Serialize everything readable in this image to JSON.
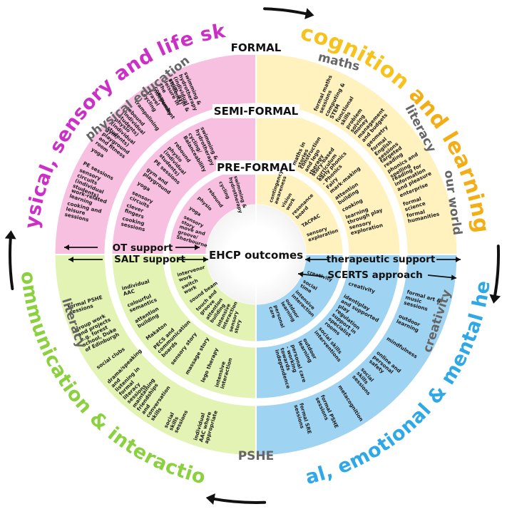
{
  "curriculum_diagram": {
    "center_title": "EHCP outcomes",
    "tiers": [
      "FORMAL",
      "SEMI-FORMAL",
      "PRE-FORMAL"
    ],
    "quadrants": {
      "cognition": {
        "title_part1": "cognition",
        "title_part2": " and learning",
        "color": "#fff2bf",
        "title_color1": "#f6c21b",
        "title_color2": "#f3ad15",
        "subject_labels": [
          "maths",
          "literacy",
          "our world"
        ],
        "formal": [
          "formal maths sessions",
          "computing & STEM",
          "functional skills",
          "problem solving",
          "money management and budgets",
          "geometry",
          "formal English sessions",
          "targeted reading",
          "phonics and spelling",
          "reading for information and pleasure",
          "enterprise",
          "formal science",
          "formal humanities"
        ],
        "semi_formal": [
          "maths in stories",
          "construction and lego therapy",
          "story-based curriculum",
          "early phonics - Phonics Fairy",
          "mark-making",
          "attention building",
          "cooking",
          "learning through play",
          "sensory exploration"
        ],
        "pre_formal": [
          "contingency awareness",
          "vision work",
          "resonance board",
          "TACPAC",
          "sensory exploration"
        ]
      },
      "social": {
        "title": "social, emotional & mental health",
        "color": "#9fd3f2",
        "title_color": "#2ea8e6",
        "subject_labels": [
          "creativity"
        ],
        "formal": [
          "formal art & music sessions",
          "outdoor learning",
          "mindfulness",
          "online and personal safety",
          "social skills sessions",
          "metacognition",
          "formal PSHE sessions",
          "formal SRE sessions"
        ],
        "semi_formal": [
          "creativity",
          "identiplay and supported play",
          "regulation support in specialist rooms",
          "social skills interventions",
          "outdoor learning",
          "personal care - working towards independence"
        ],
        "pre_formal": [
          "creativity",
          "social time",
          "intensive interaction",
          "outdoor learning",
          "personal care"
        ]
      },
      "communication": {
        "title": "communication & interaction",
        "color": "#e3f3b4",
        "title_color": "#8bd13f",
        "subject_labels": [
          "literacy",
          "PSHE"
        ],
        "formal": [
          "individual AAC where appropriate",
          "social skills sessions",
          "maintaining friendships and conversation skills",
          "drama/speaking and listening in formal literacy sessions",
          "social clubs",
          "group work and projects e.g. forest school, Duke of Edinburgh",
          "formal PSHE sessions"
        ],
        "semi_formal": [
          "intensive interaction",
          "lego therapy",
          "massage story",
          "sensory story",
          "PECS and communication boards",
          "Makaton",
          "attention building",
          "colourful semantics",
          "individual AAC"
        ],
        "pre_formal": [
          "sensory story",
          "intensive interaction",
          "attention building",
          "touch and groove",
          "sound beam",
          "switch work",
          "intervenor work"
        ]
      },
      "physical": {
        "title": "physical, sensory and life skills",
        "color": "#f7bfe0",
        "title_color": "#cc2fc6",
        "subject_labels": [
          "physical education"
        ],
        "formal": [
          "cooking and leisure sessions",
          "work-related learning",
          "sensory circuits (individual students)",
          "PE sessions",
          "yoga",
          "gym, playground and fitness room",
          "physio (individual students)",
          "rebound (individual students)",
          "trampolining",
          "independent travel cycling",
          "swim, gym & leisure in the community",
          "swimming & hydrotherapy (individual students)"
        ],
        "semi_formal": [
          "cooking sessions",
          "clever fingers",
          "sensory circuits",
          "yoga",
          "gym and playground",
          "PE sessions",
          "physio (individual students)",
          "rebound",
          "cycling/ Balanceability",
          "swimming & hydrotherapy"
        ],
        "pre_formal": [
          "move and groove/ Sherbourne",
          "sensory story",
          "yoga",
          "physio",
          "rebound",
          "cycling",
          "swimming & hydrotherapy"
        ]
      }
    },
    "support_labels": {
      "ot": "OT support",
      "salt": "SALT support",
      "therapeutic": "therapeutic support",
      "scerts": "SCERTS approach"
    }
  }
}
